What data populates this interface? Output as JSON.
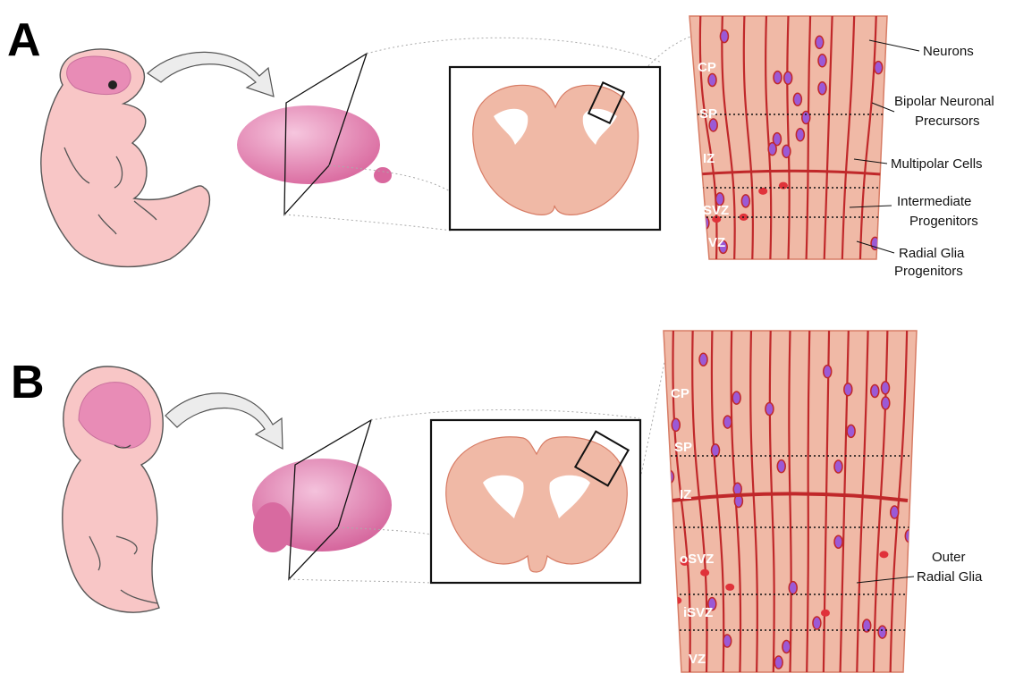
{
  "panels": [
    {
      "letter": "A",
      "zones": [
        "CP",
        "SP",
        "IZ",
        "SVZ",
        "VZ"
      ],
      "labels": [
        "Neurons",
        "Bipolar Neuronal",
        "Precursors",
        "Multipolar Cells",
        "Intermediate",
        "Progenitors",
        "Radial Glia",
        "Progenitors"
      ]
    },
    {
      "letter": "B",
      "zones": [
        "CP",
        "SP",
        "IZ",
        "oSVZ",
        "iSVZ",
        "VZ"
      ],
      "labels": [
        "Outer",
        "Radial Glia"
      ]
    }
  ],
  "colors": {
    "skin": "#f8c6c6",
    "brain": "#e38cb4",
    "section": "#f0b9a6",
    "fiber": "#c0282a",
    "nucleus": "#9b59d6",
    "ipc": "#e0323a"
  }
}
